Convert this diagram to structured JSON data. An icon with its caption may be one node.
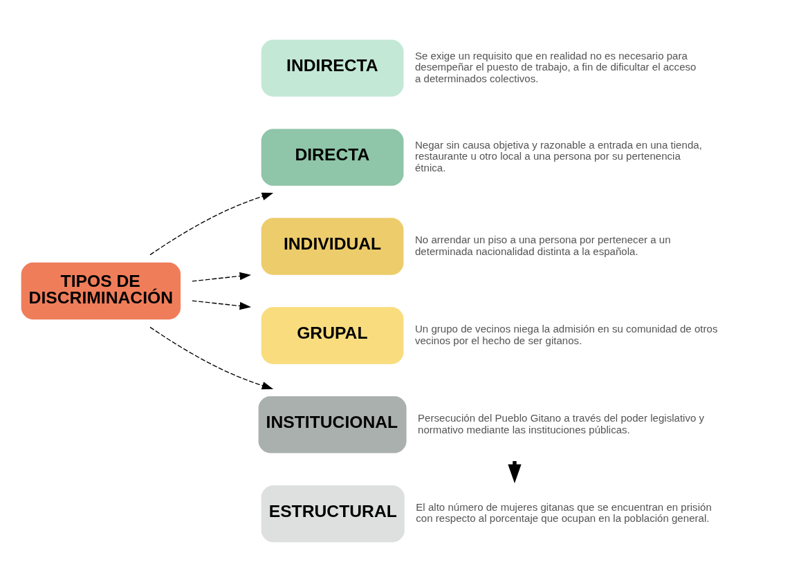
{
  "diagram": {
    "nodes": [
      {
        "text": [
          "TIPOS DE DISCRIMINACIÓN"
        ]
      },
      {
        "text": [
          "DIRECTA"
        ],
        "beside": [
          "Negar sin causa objetiva y razonable a entrada en una tienda, restaurante u otro local a una persona por su pertenencia étnica."
        ]
      },
      {
        "text": [
          "INDIRECTA"
        ],
        "beside": [
          "Se exige un requisito que en realidad no es necesario para desempeñar el puesto de trabajo, a fin de dificultar el acceso a determinados colectivos."
        ]
      },
      {
        "text": [
          "INDIVIDUAL"
        ],
        "beside": [
          "No arrendar un piso a una persona por pertenecer a un determinada nacionalidad distinta a la española."
        ]
      },
      {
        "text": [
          "GRUPAL"
        ],
        "beside": [
          "Un grupo de vecinos niega la admisión en su comunidad de otros vecinos por el hecho de ser gitanos."
        ]
      },
      {
        "text": [
          "INSTITUCIONAL"
        ],
        "beside": [
          "Persecución del Pueblo Gitano a través del poder legislativo y normativo mediante las instituciones públicas."
        ]
      },
      {
        "text": [
          "ESTRUCTURAL"
        ],
        "beside": [
          "El alto número de mujeres gitanas que se encuentran en prisión con respecto al porcentaje que ocupan en la población general."
        ]
      }
    ],
    "edges": [
      {
        "from": 0,
        "to": 1,
        "arrow": "to",
        "style": "dashed"
      },
      {
        "from": 0,
        "to": 3,
        "arrow": "to",
        "style": "dashed"
      },
      {
        "from": 0,
        "to": 4,
        "arrow": "to",
        "style": "dashed"
      },
      {
        "from": 0,
        "to": 5,
        "arrow": "to",
        "style": "dashed"
      },
      {
        "from": 5,
        "to": 6,
        "arrow": "to",
        "style": "thick"
      }
    ]
  }
}
